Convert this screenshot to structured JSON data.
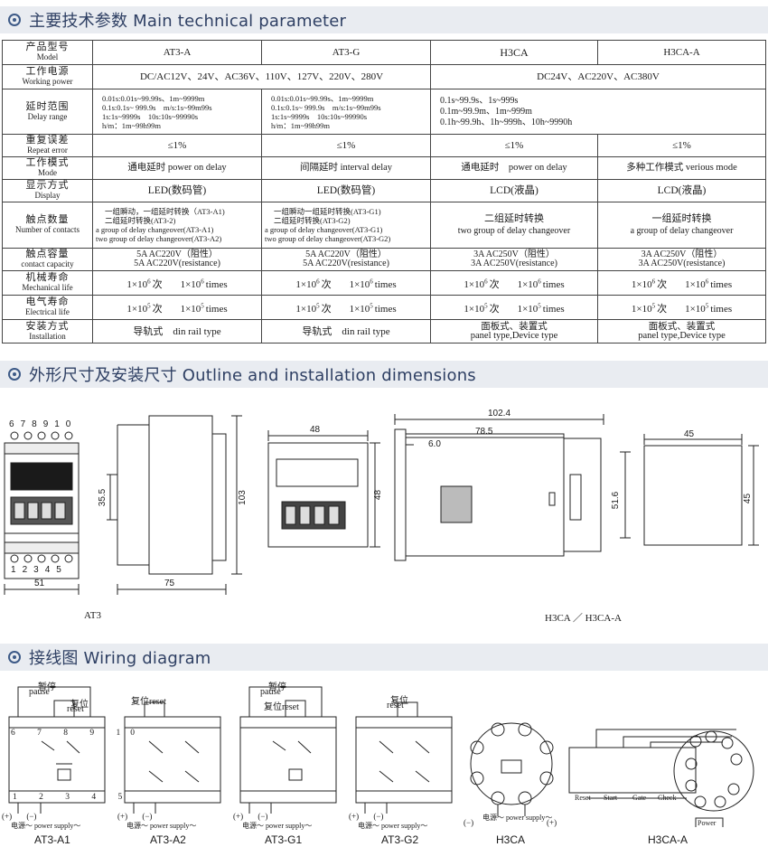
{
  "sections": {
    "spec_title": "主要技术参数 Main technical parameter",
    "outline_title": "外形尺寸及安装尺寸 Outline and installation dimensions",
    "wiring_title": "接线图 Wiring diagram"
  },
  "table": {
    "models": {
      "cn": "产品型号",
      "en": "Model",
      "cols": [
        "AT3-A",
        "AT3-G",
        "H3CA",
        "H3CA-A"
      ]
    },
    "power": {
      "cn": "工作电源",
      "en": "Working power",
      "at3": "DC/AC12V、24V、AC36V、110V、127V、220V、280V",
      "h3ca": "DC24V、AC220V、AC380V"
    },
    "delay": {
      "cn": "延时范围",
      "en": "Delay range",
      "at3a": [
        "0.01s:0.01s~99.99s、1m~9999m",
        "0.1s:0.1s~ 999.9s　m/s:1s~99m99s",
        "1s:1s~9999s　10s:10s~99990s",
        "h/m：1m~99h99m"
      ],
      "at3g": [
        "0.01s:0.01s~99.99s、1m~9999m",
        "0.1s:0.1s~ 999.9s　m/s:1s~99m99s",
        "1s:1s~9999s　10s:10s~99990s",
        "h/m：1m~99h99m"
      ],
      "h3ca": [
        "0.1s~99.9s、1s~999s",
        "0.1m~99.9m、1m~999m",
        "0.1h~99.9h、1h~999h、10h~9990h"
      ]
    },
    "repeat": {
      "cn": "重复误差",
      "en": "Repeat error",
      "val": "≤1%"
    },
    "mode": {
      "cn": "工作模式",
      "en": "Mode",
      "cols": [
        "通电延时 power on delay",
        "间隔延时 interval delay",
        "通电延时　power on delay",
        "多种工作模式 verious mode"
      ]
    },
    "display": {
      "cn": "显示方式",
      "en": "Display",
      "cols": [
        "LED(数码管)",
        "LED(数码管)",
        "LCD(液晶)",
        "LCD(液晶)"
      ]
    },
    "contacts": {
      "cn": "触点数量",
      "en": "Number of contacts",
      "at3a": [
        "一组瞬动，一组延时转换（AT3-A1)",
        "二组延时转换(AT3-2)",
        "a group of delay changeover(AT3-A1)",
        "two group of delay changeover(AT3-A2)"
      ],
      "at3g": [
        "一组瞬动一组延时转换(AT3-G1)",
        "二组延时转换(AT3-G2)",
        "a group of delay changeover(AT3-G1)",
        "two group of delay changeover(AT3-G2)"
      ],
      "h3ca": [
        "二组延时转换",
        "two group of delay changeover"
      ],
      "h3caa": [
        "一组延时转换",
        "a group of delay changeover"
      ]
    },
    "capacity": {
      "cn": "触点容量",
      "en": "contact capacity",
      "at3": [
        "5A AC220V（阻性）",
        "5A AC220V(resistance)"
      ],
      "h3ca": [
        "3A AC250V（阻性）",
        "3A AC250V(resistance)"
      ]
    },
    "mech": {
      "cn": "机械寿命",
      "en": "Mechanical life",
      "base": "1×10",
      "exp": "6",
      "cn_unit": "次",
      "en_unit": "times"
    },
    "elec": {
      "cn": "电气寿命",
      "en": "Electrical life",
      "base": "1×10",
      "exp": "5",
      "cn_unit": "次",
      "en_unit": "times"
    },
    "install": {
      "cn": "安装方式",
      "en": "Installation",
      "at3": "导轨式　din rail type",
      "h3ca": [
        "面板式、装置式",
        "panel type,Device type"
      ]
    }
  },
  "outline": {
    "at3_dims": {
      "w51": "51",
      "d75": "75",
      "h103": "103",
      "h35": "35.5"
    },
    "at3_terms_top": [
      "6",
      "7",
      "8",
      "9",
      "10"
    ],
    "at3_terms_bot": [
      "1",
      "2",
      "3",
      "4",
      "5"
    ],
    "h3ca_dims": {
      "w48": "48",
      "h48": "48",
      "d1024": "102.4",
      "d785": "78.5",
      "d60": "6.0",
      "h516": "51.6",
      "w45": "45",
      "h45": "45"
    },
    "captions": [
      "AT3",
      "H3CA ／ H3CA-A"
    ]
  },
  "wiring": {
    "pause": "暂停",
    "pause_en": "pause",
    "reset": "复位",
    "reset_en": "reset",
    "power_supply": "电源～ power supply～",
    "plus": "(+)",
    "minus": "(−)",
    "captions": [
      "AT3-A1",
      "AT3-A2",
      "AT3-G1",
      "AT3-G2",
      "H3CA",
      "H3CA-A"
    ],
    "h3caa_labels": [
      "Reset",
      "Start",
      "Gate",
      "Check",
      "Power"
    ]
  }
}
